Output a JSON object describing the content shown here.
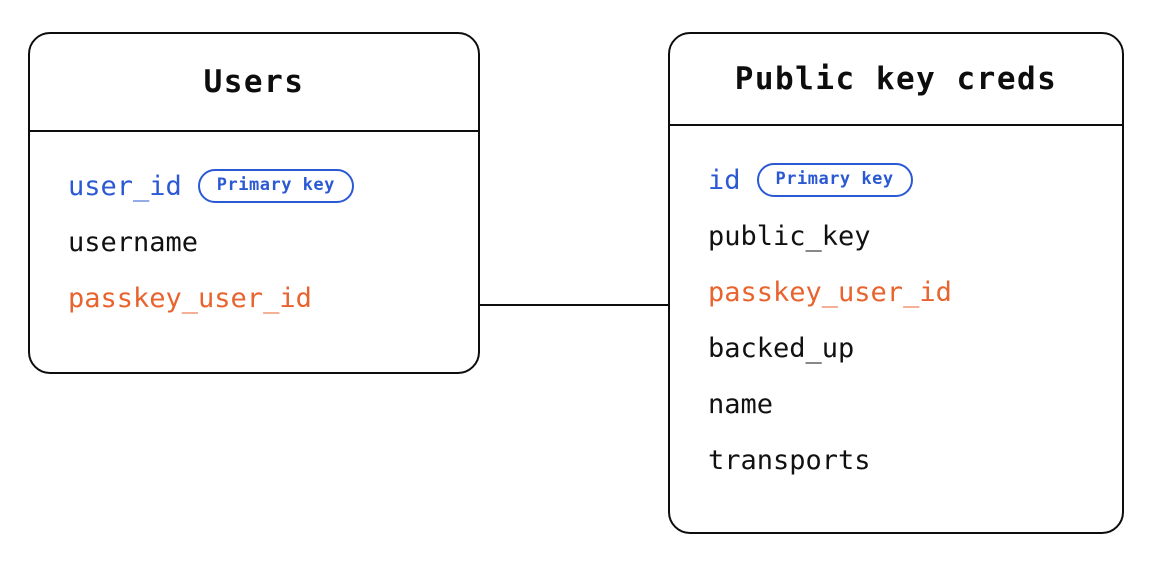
{
  "diagram": {
    "type": "entity-relationship",
    "entities": [
      {
        "id": "users",
        "title": "Users",
        "fields": [
          {
            "name": "user_id",
            "role": "primary",
            "badge": "Primary key"
          },
          {
            "name": "username",
            "role": "plain",
            "badge": null
          },
          {
            "name": "passkey_user_id",
            "role": "foreign",
            "badge": null
          }
        ]
      },
      {
        "id": "public_key_creds",
        "title": "Public key creds",
        "fields": [
          {
            "name": "id",
            "role": "primary",
            "badge": "Primary key"
          },
          {
            "name": "public_key",
            "role": "plain",
            "badge": null
          },
          {
            "name": "passkey_user_id",
            "role": "foreign",
            "badge": null
          },
          {
            "name": "backed_up",
            "role": "plain",
            "badge": null
          },
          {
            "name": "name",
            "role": "plain",
            "badge": null
          },
          {
            "name": "transports",
            "role": "plain",
            "badge": null
          }
        ]
      }
    ],
    "relationships": [
      {
        "from_entity": "users",
        "from_field": "passkey_user_id",
        "to_entity": "public_key_creds",
        "to_field": "passkey_user_id",
        "style": "straight-line"
      }
    ],
    "colors": {
      "primary_key": "#2b59d4",
      "foreign_key": "#e8632e",
      "text": "#111111",
      "border": "#0d0d0d",
      "background": "#ffffff"
    }
  }
}
